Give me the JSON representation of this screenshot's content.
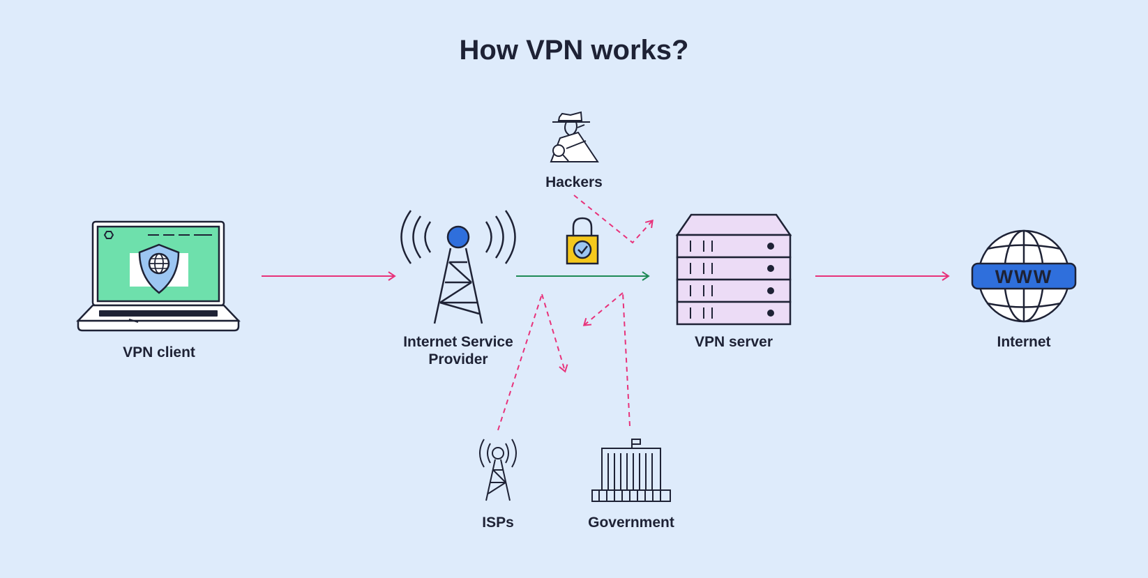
{
  "title": "How VPN works?",
  "nodes": {
    "vpn_client": {
      "label": "VPN client"
    },
    "isp": {
      "label_line1": "Internet Service",
      "label_line2": "Provider"
    },
    "vpn_server": {
      "label": "VPN server"
    },
    "internet": {
      "label": "Internet",
      "badge": "WWW"
    },
    "hackers": {
      "label": "Hackers"
    },
    "isps": {
      "label": "ISPs"
    },
    "government": {
      "label": "Government"
    }
  },
  "colors": {
    "background": "#deebfb",
    "text": "#1e2235",
    "pink_arrow": "#e8327a",
    "green_arrow": "#1e8a56",
    "laptop_screen": "#6ee0ac",
    "server_fill": "#ecdcf6",
    "www_badge": "#2f6fdc",
    "lock_body": "#f5c81c",
    "tower_dot": "#2f6fdc",
    "shield": "#9cc6f2"
  },
  "icons": {
    "vpn_client": "laptop-shield-icon",
    "isp": "radio-tower-icon",
    "lock": "padlock-check-icon",
    "hackers": "hacker-spy-icon",
    "vpn_server": "server-rack-icon",
    "internet": "globe-www-icon",
    "isps": "small-tower-icon",
    "government": "government-building-icon"
  }
}
